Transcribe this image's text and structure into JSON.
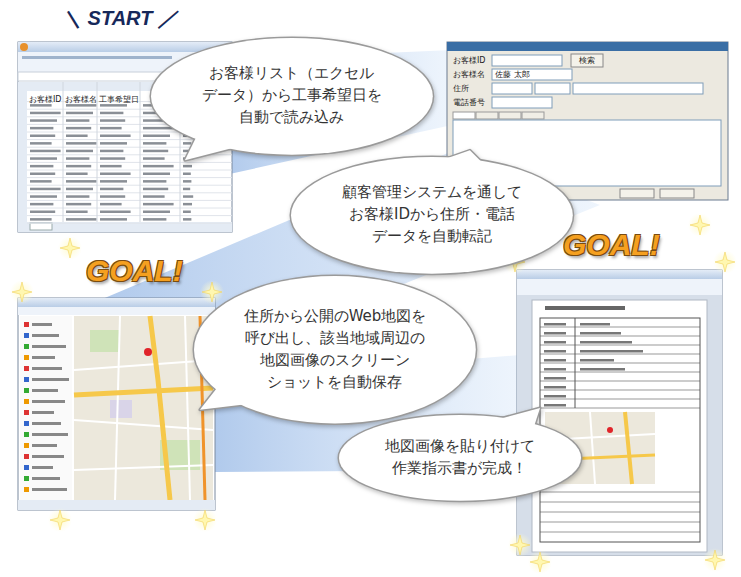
{
  "diagram": {
    "nodes": [
      {
        "text": [
          "お客様リスト（エクセル データ）から工事希望日を 自動で読み込み"
        ]
      },
      {
        "text": [
          "顧客管理システムを通して お客様IDから住所・電話 データを自動転記"
        ]
      },
      {
        "text": [
          "住所から公開のWeb地図を 呼び出し、該当地域周辺の 地図画像のスクリーン ショットを自動保存"
        ]
      },
      {
        "text": [
          "地図画像を貼り付けて 作業指示書が完成！"
        ]
      }
    ],
    "labels": [
      "＼ START ／",
      "GOAL!",
      "GOAL!",
      "お客様ID",
      "お客様名",
      "工事希望日",
      "お客様ID",
      "お客様名",
      "住所",
      "電話番号",
      "検索",
      "佐藤 太郎"
    ]
  }
}
